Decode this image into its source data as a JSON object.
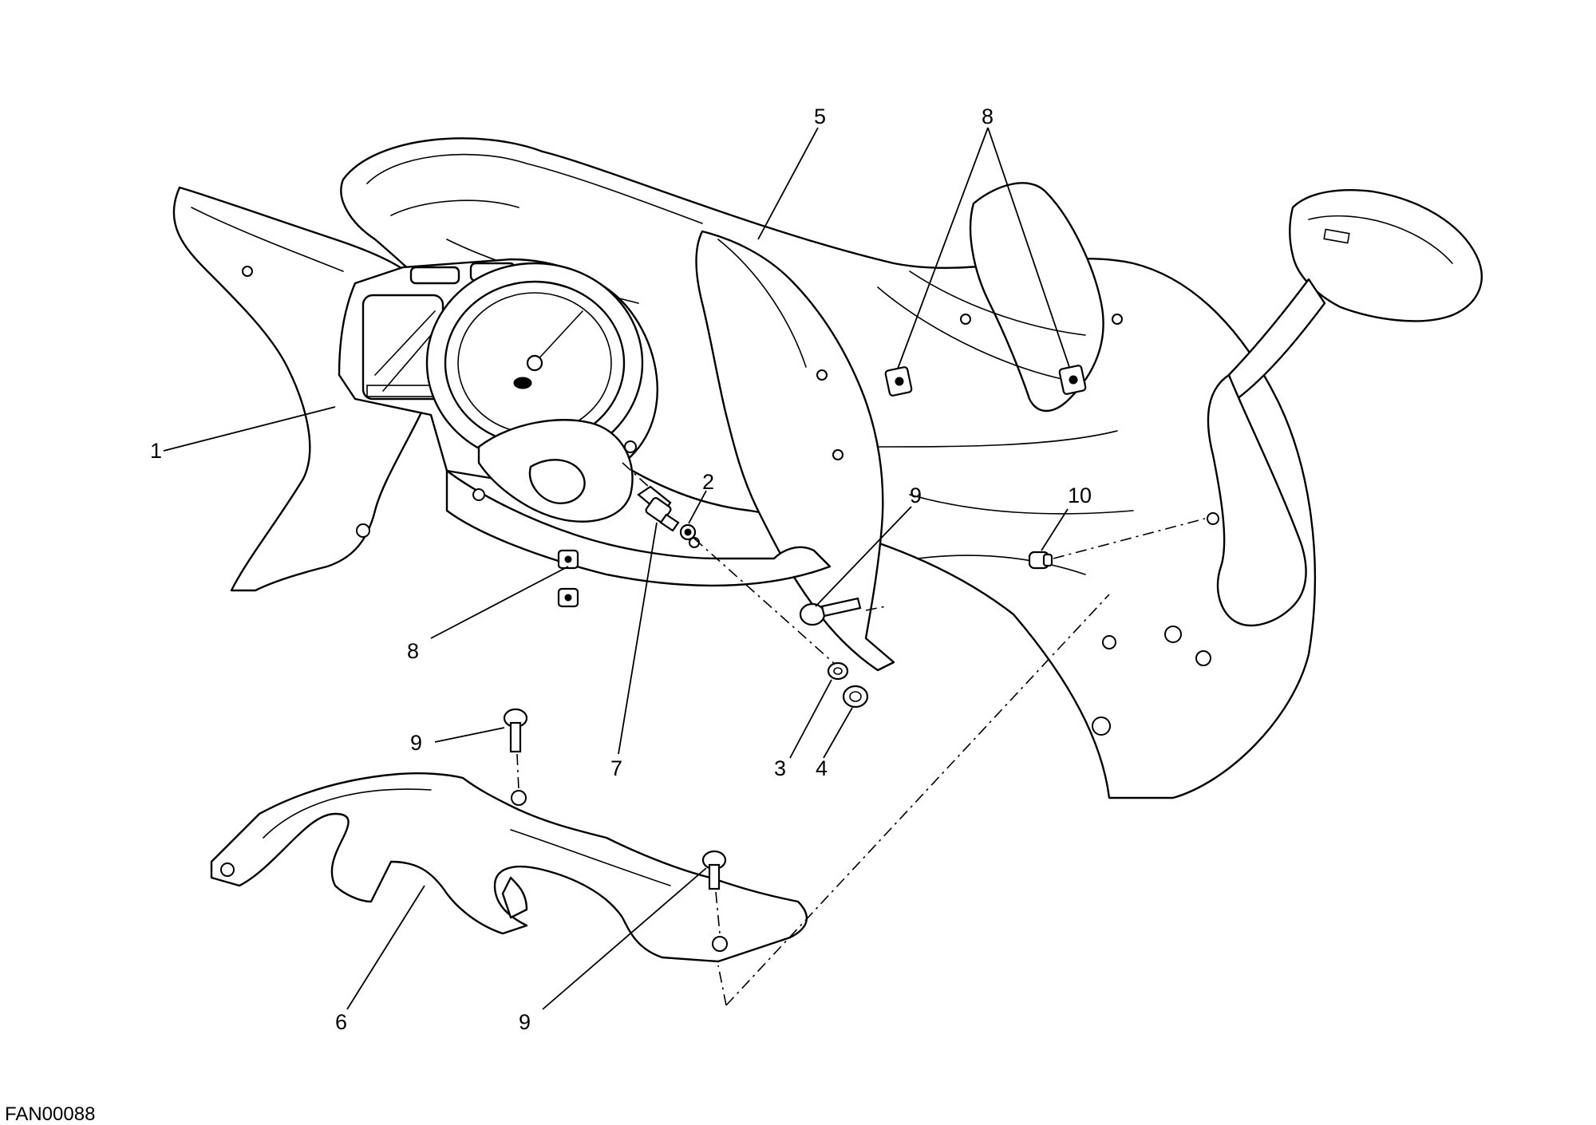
{
  "drawing_code": "FAN00088",
  "callouts": {
    "c1": "1",
    "c2": "2",
    "c3": "3",
    "c4": "4",
    "c5": "5",
    "c6": "6",
    "c7": "7",
    "c8_top": "8",
    "c8_left": "8",
    "c9_right": "9",
    "c9_left": "9",
    "c9_bottom": "9",
    "c10": "10"
  }
}
